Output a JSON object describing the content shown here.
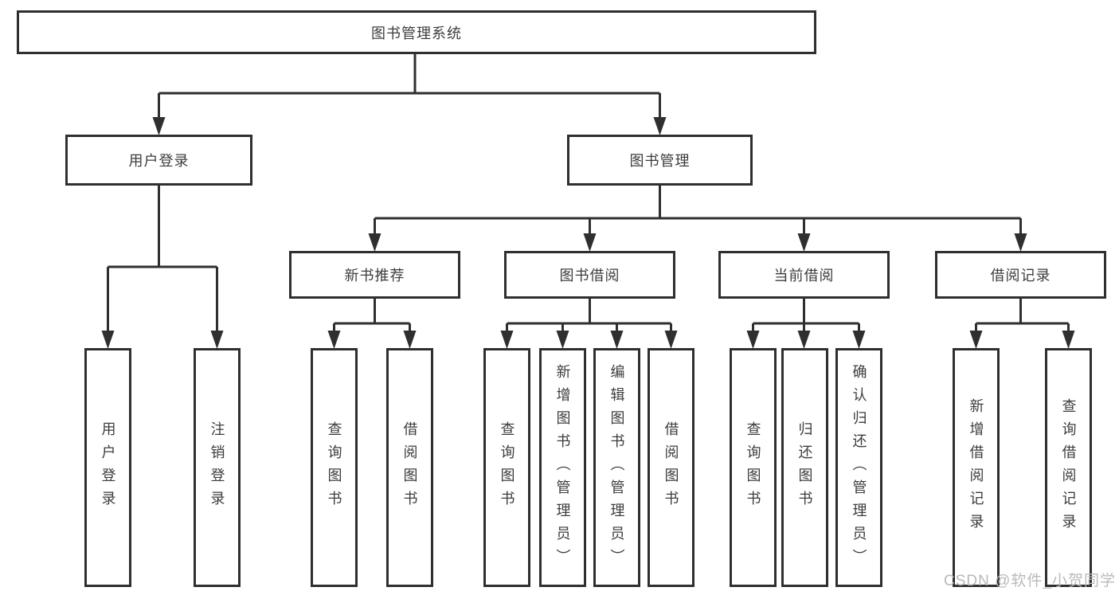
{
  "watermark": "CSDN @软件_小贺同学",
  "colors": {
    "line": "#2f2f2f",
    "text": "#3c3c3c",
    "watermark": "#b9b9b9",
    "background": "#ffffff"
  },
  "tree": {
    "root": "图书管理系统",
    "children": [
      {
        "label": "用户登录",
        "children": [
          {
            "label": "用户登录"
          },
          {
            "label": "注销登录"
          }
        ]
      },
      {
        "label": "图书管理",
        "children": [
          {
            "label": "新书推荐",
            "children": [
              {
                "label": "查询图书"
              },
              {
                "label": "借阅图书"
              }
            ]
          },
          {
            "label": "图书借阅",
            "children": [
              {
                "label": "查询图书"
              },
              {
                "label": "新增图书（管理员）"
              },
              {
                "label": "编辑图书（管理员）"
              },
              {
                "label": "借阅图书"
              }
            ]
          },
          {
            "label": "当前借阅",
            "children": [
              {
                "label": "查询图书"
              },
              {
                "label": "归还图书"
              },
              {
                "label": "确认归还（管理员）"
              }
            ]
          },
          {
            "label": "借阅记录",
            "children": [
              {
                "label": "新增借阅记录"
              },
              {
                "label": "查询借阅记录"
              }
            ]
          }
        ]
      }
    ]
  }
}
